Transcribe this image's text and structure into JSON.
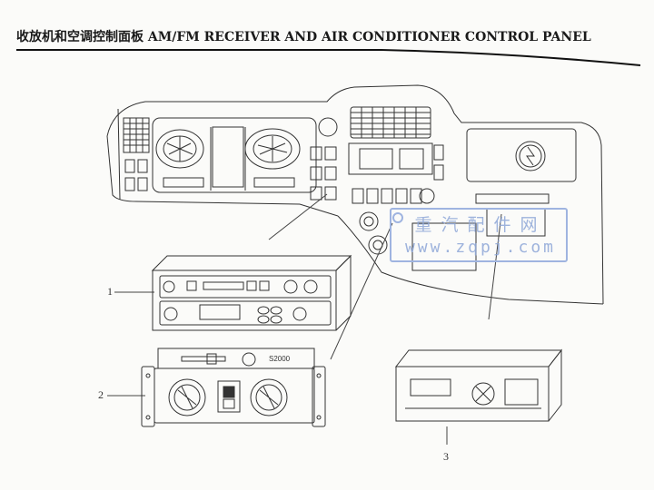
{
  "header": {
    "title": "收放机和空调控制面板 AM/FM RECEIVER AND AIR CONDITIONER CONTROL PANEL"
  },
  "callouts": [
    "1",
    "2",
    "3"
  ],
  "watermark": {
    "text_cn": "重汽配件网",
    "url": "www.zqpj.com",
    "color": "#8ea7d8"
  },
  "panel_2": {
    "brand_text": "S2000"
  }
}
